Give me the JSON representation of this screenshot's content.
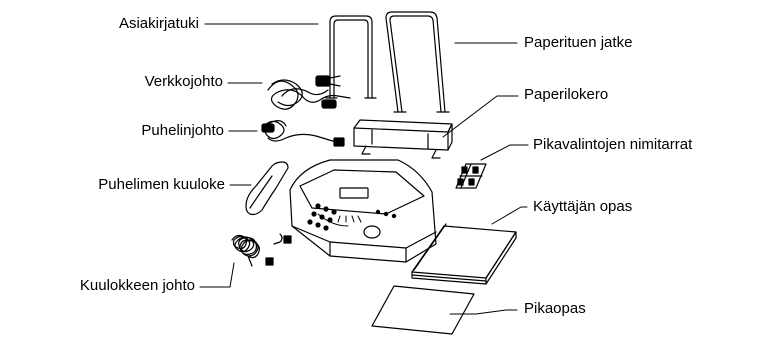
{
  "labels": {
    "document_support": "Asiakirjatuki",
    "paper_support_extension": "Paperituen jatke",
    "line_cord": "Verkkojohto",
    "paper_tray": "Paperilokero",
    "telephone_line_cord": "Puhelinjohto",
    "speed_dial_labels": "Pikavalintojen nimitarrat",
    "handset": "Puhelimen kuuloke",
    "users_guide": "Käyttäjän opas",
    "handset_cord": "Kuulokkeen johto",
    "quick_guide": "Pikaopas"
  }
}
